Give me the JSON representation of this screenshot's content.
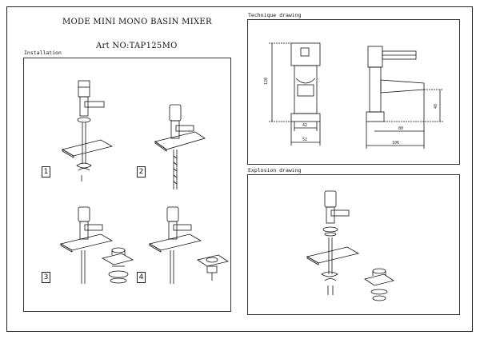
{
  "document": {
    "title": "MODE MINI MONO BASIN MIXER",
    "art_no": "Art NO:TAP125MO"
  },
  "panels": {
    "installation": {
      "label": "Installation"
    },
    "technique": {
      "label": "Technique drawing"
    },
    "explosion": {
      "label": "Explosion drawing"
    }
  },
  "steps": [
    "1",
    "2",
    "3",
    "4"
  ],
  "dimensions": {
    "height": "120",
    "base_width_inner": "42",
    "base_width_outer": "52",
    "spout_height": "48",
    "spout_reach": "80",
    "total_depth": "106"
  }
}
